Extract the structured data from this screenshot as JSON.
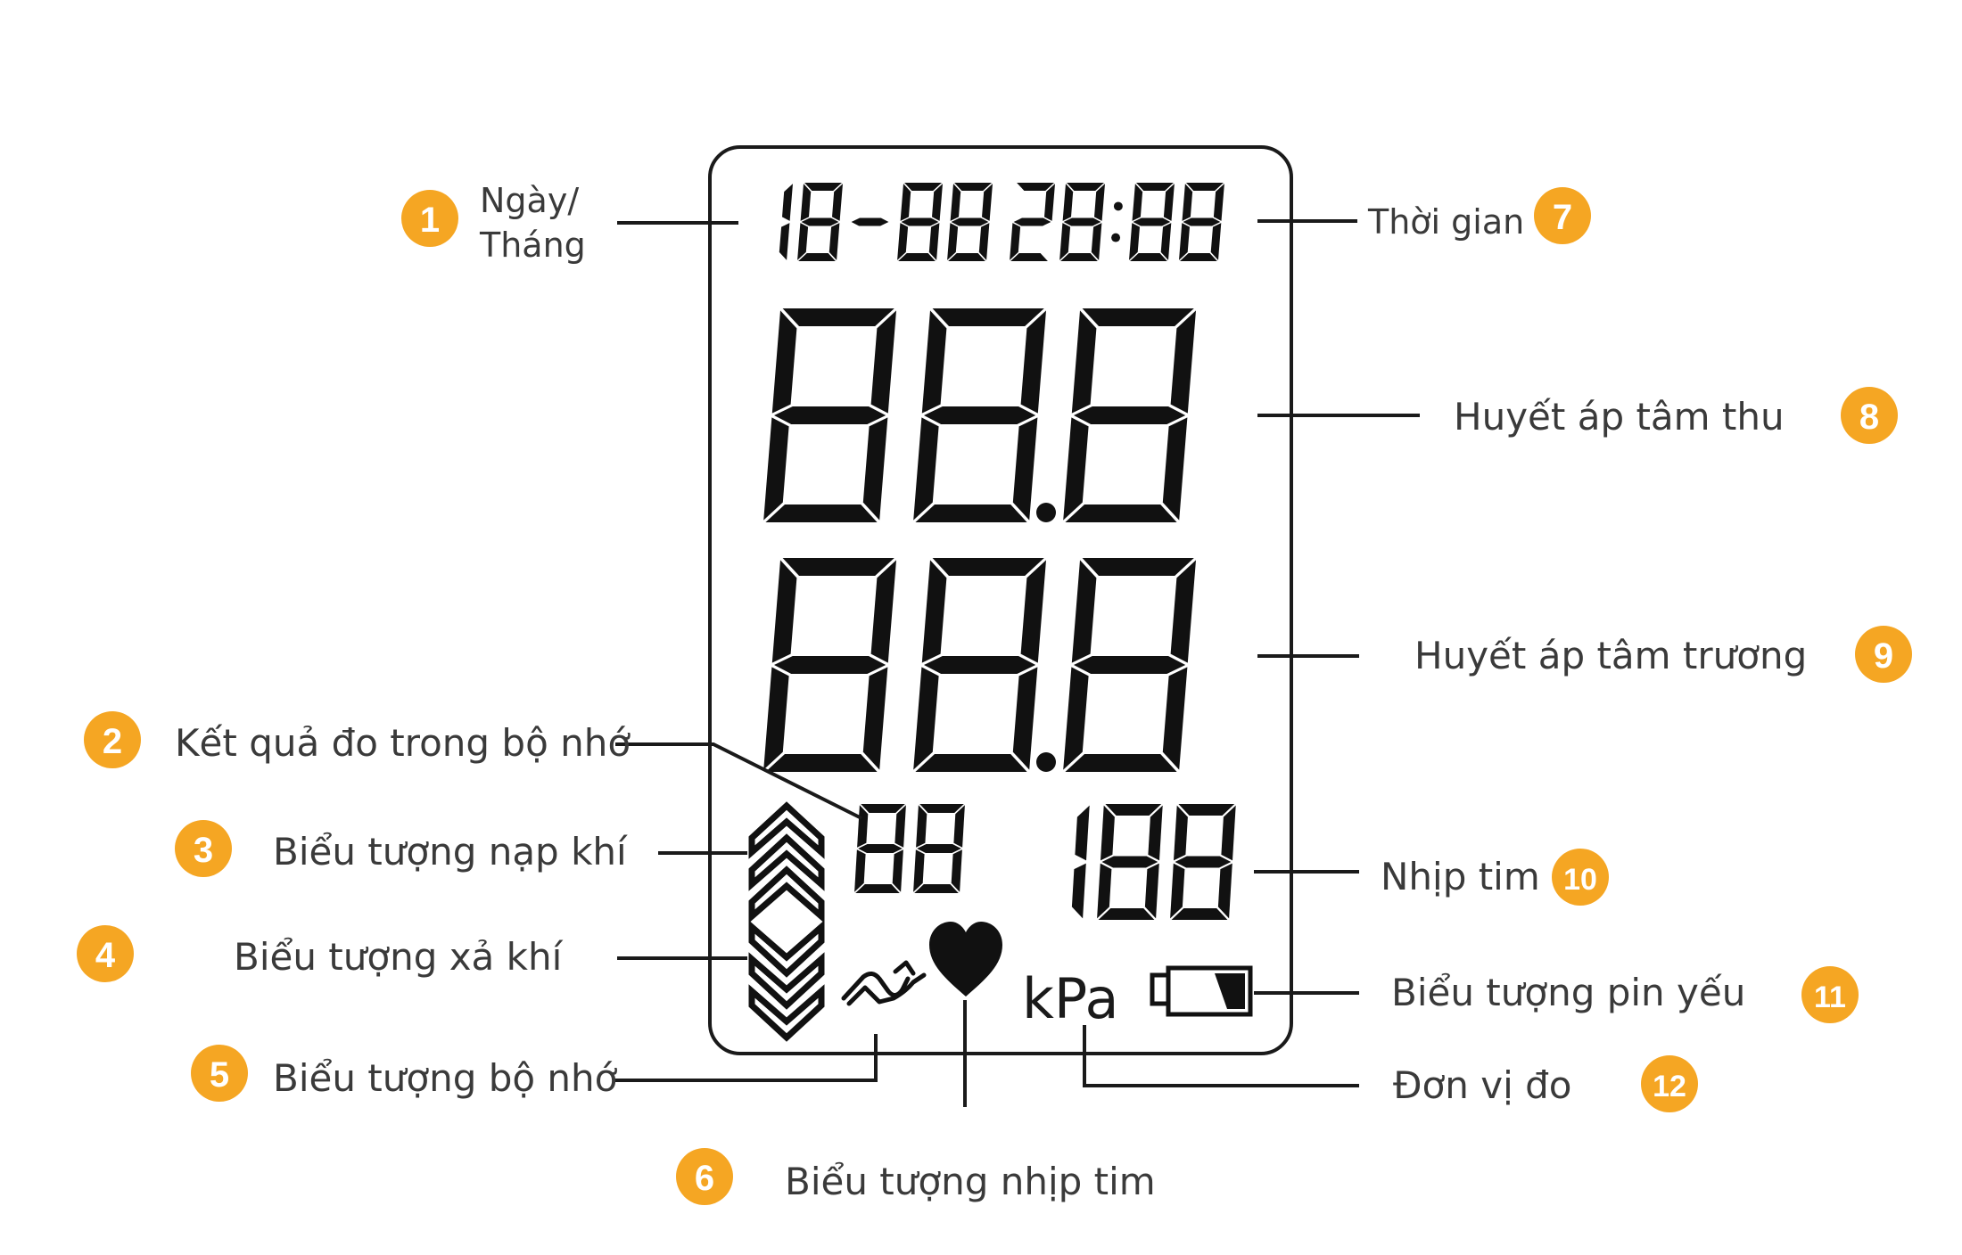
{
  "lcd": {
    "date": "18-88",
    "time": "28:88",
    "systolic": "88.8",
    "diastolic": "88.8",
    "memory": "88",
    "pulse": "188",
    "unit": "kPa"
  },
  "callouts": [
    {
      "num": "1",
      "label_line1": "Ngày/",
      "label_line2": "Tháng"
    },
    {
      "num": "2",
      "label": "Kết quả đo trong bộ nhớ"
    },
    {
      "num": "3",
      "label": "Biểu tượng nạp khí"
    },
    {
      "num": "4",
      "label": "Biểu tượng xả khí"
    },
    {
      "num": "5",
      "label": "Biểu tượng bộ nhớ"
    },
    {
      "num": "6",
      "label": "Biểu tượng nhịp tim"
    },
    {
      "num": "7",
      "label": "Thời gian"
    },
    {
      "num": "8",
      "label": "Huyết áp tâm thu"
    },
    {
      "num": "9",
      "label": "Huyết áp tâm trương"
    },
    {
      "num": "10",
      "label": "Nhịp tim"
    },
    {
      "num": "11",
      "label": "Biểu tượng pin yếu"
    },
    {
      "num": "12",
      "label": "Đơn vị đo"
    }
  ],
  "icons": {
    "inflate": "double-chevron-up-icon",
    "deflate": "double-chevron-down-icon",
    "memory": "memory-icon",
    "heart": "heart-icon",
    "battery": "battery-low-icon"
  },
  "colors": {
    "badge": "#f5a623",
    "lcd_ink": "#111111",
    "text": "#3a3a3a"
  }
}
